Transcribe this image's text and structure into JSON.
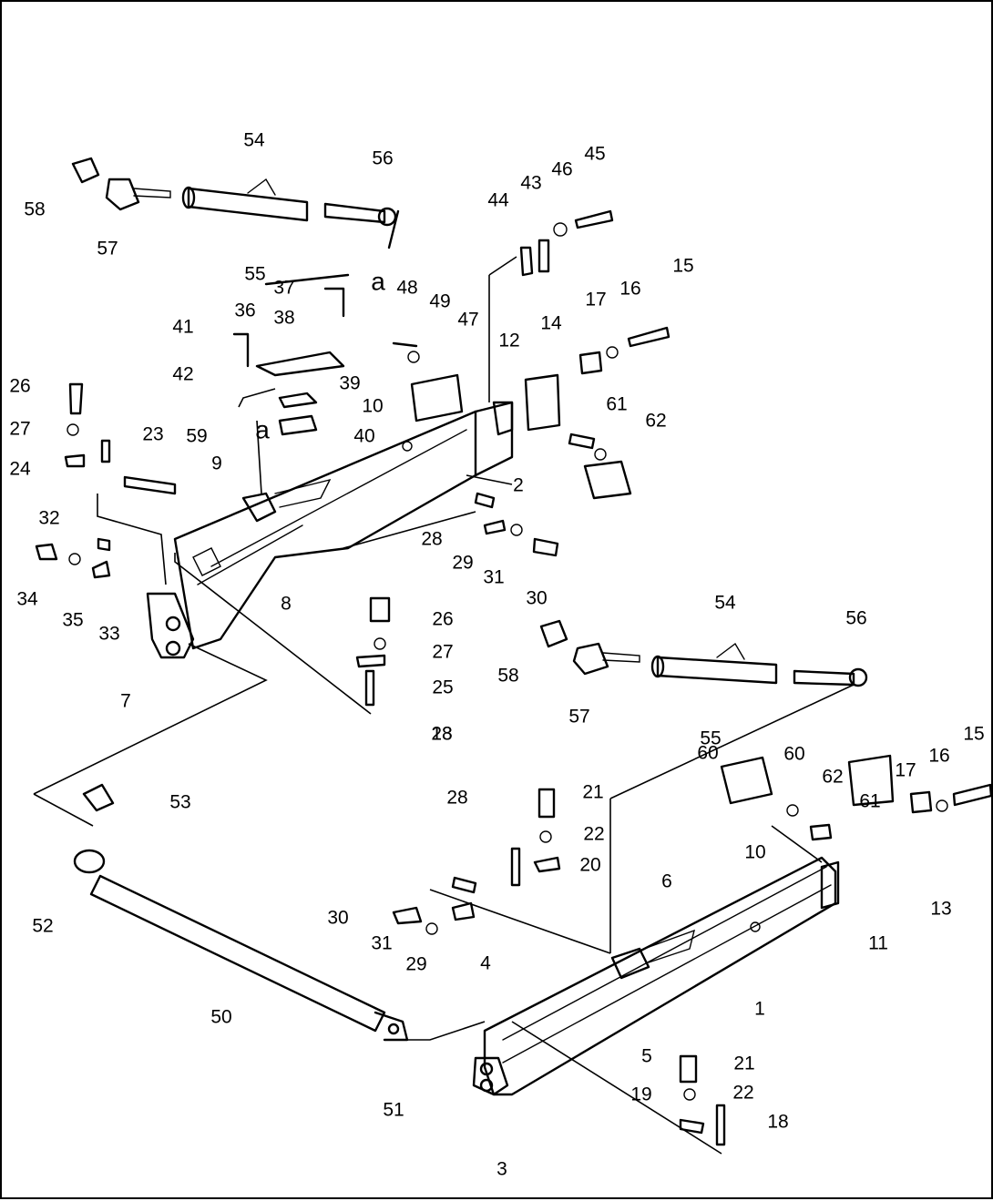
{
  "callouts": [
    "1",
    "2",
    "3",
    "4",
    "5",
    "6",
    "7",
    "8",
    "9",
    "10",
    "10",
    "11",
    "12",
    "13",
    "14",
    "15",
    "15",
    "16",
    "16",
    "17",
    "17",
    "18",
    "18",
    "19",
    "20",
    "21",
    "21",
    "22",
    "22",
    "23",
    "23",
    "24",
    "25",
    "26",
    "26",
    "27",
    "27",
    "28",
    "28",
    "29",
    "29",
    "30",
    "30",
    "31",
    "31",
    "32",
    "33",
    "34",
    "35",
    "36",
    "37",
    "38",
    "39",
    "40",
    "41",
    "42",
    "43",
    "44",
    "45",
    "46",
    "47",
    "48",
    "49",
    "50",
    "51",
    "52",
    "53",
    "54",
    "54",
    "55",
    "55",
    "56",
    "56",
    "57",
    "57",
    "58",
    "58",
    "59",
    "60",
    "60",
    "61",
    "61",
    "62",
    "62"
  ],
  "reference_letters": [
    "a",
    "a"
  ]
}
